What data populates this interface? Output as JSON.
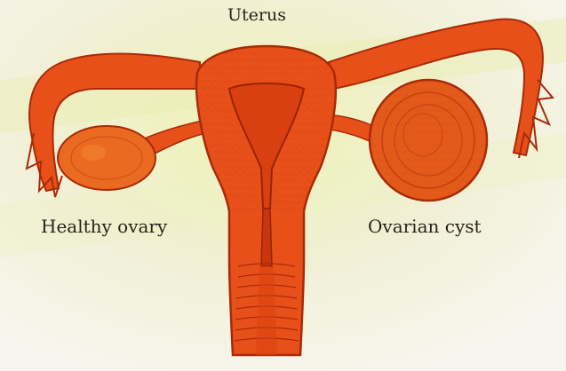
{
  "labels": {
    "uterus": "Uterus",
    "healthy_ovary": "Healthy ovary",
    "ovarian_cyst": "Ovarian cyst"
  },
  "colors": {
    "organ_fill": "#e8501a",
    "organ_dark": "#b8300c",
    "ovary_fill": "#e96a20",
    "background_light": "#f5f3e6",
    "background_glow": "#e8ecb0"
  }
}
